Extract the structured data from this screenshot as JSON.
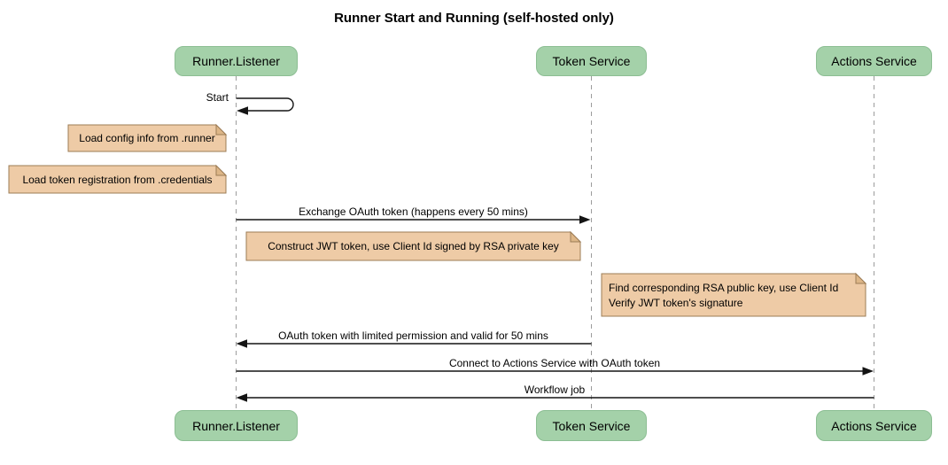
{
  "diagram": {
    "title": "Runner Start and Running (self-hosted only)",
    "participants": [
      {
        "label": "Runner.Listener"
      },
      {
        "label": "Token Service"
      },
      {
        "label": "Actions Service"
      }
    ],
    "messages": [
      {
        "label": "Start",
        "from": "Runner.Listener",
        "to": "Runner.Listener"
      },
      {
        "label": "Exchange OAuth token (happens every 50 mins)",
        "from": "Runner.Listener",
        "to": "Token Service"
      },
      {
        "label": "OAuth token with limited permission and valid for 50 mins",
        "from": "Token Service",
        "to": "Runner.Listener"
      },
      {
        "label": "Connect to Actions Service with OAuth token",
        "from": "Runner.Listener",
        "to": "Actions Service"
      },
      {
        "label": "Workflow job",
        "from": "Actions Service",
        "to": "Runner.Listener"
      }
    ],
    "notes": [
      {
        "label": "Load config info from .runner"
      },
      {
        "label": "Load token registration from .credentials"
      },
      {
        "label": "Construct JWT token, use Client Id signed by RSA private key"
      },
      {
        "lines": [
          "Find corresponding RSA public key, use Client Id",
          "Verify JWT token's signature"
        ]
      }
    ],
    "colors": {
      "participant_fill": "#a4d1a9",
      "participant_border": "#8cbe93",
      "note_fill": "#eecba6",
      "note_border": "#9c7c56",
      "note_fold": "#ddb687",
      "line": "#141414",
      "lifeline": "#9c9c9c",
      "text": "#000000",
      "bg": "#ffffff"
    }
  }
}
